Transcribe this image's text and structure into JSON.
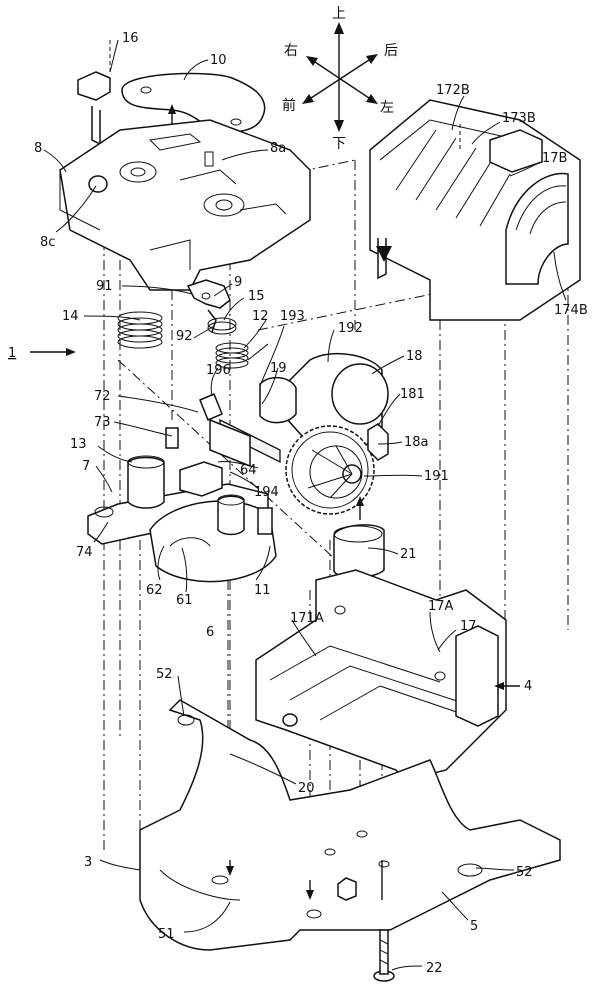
{
  "figure_ref": "1",
  "directions": {
    "up": "上",
    "down": "下",
    "right": "右",
    "left": "左",
    "front": "前",
    "back": "后"
  },
  "labels": {
    "l16": "16",
    "l10": "10",
    "l8": "8",
    "l8a": "8a",
    "l8c": "8c",
    "l172B": "172B",
    "l173B": "173B",
    "l17B": "17B",
    "l174B": "174B",
    "l9": "9",
    "l91": "91",
    "l15": "15",
    "l14": "14",
    "l92": "92",
    "l12": "12",
    "l193": "193",
    "l192": "192",
    "l18": "18",
    "l19": "19",
    "l196": "196",
    "l181": "181",
    "l72": "72",
    "l73": "73",
    "l18a": "18a",
    "l13": "13",
    "l64": "64",
    "l191": "191",
    "l7": "7",
    "l194": "194",
    "l74": "74",
    "l62": "62",
    "l61": "61",
    "l11": "11",
    "l6": "6",
    "l21": "21",
    "l17A": "17A",
    "l17": "17",
    "l171A": "171A",
    "l52a": "52",
    "l4": "4",
    "l20": "20",
    "l3": "3",
    "l52b": "52",
    "l51": "51",
    "l5": "5",
    "l22": "22"
  }
}
